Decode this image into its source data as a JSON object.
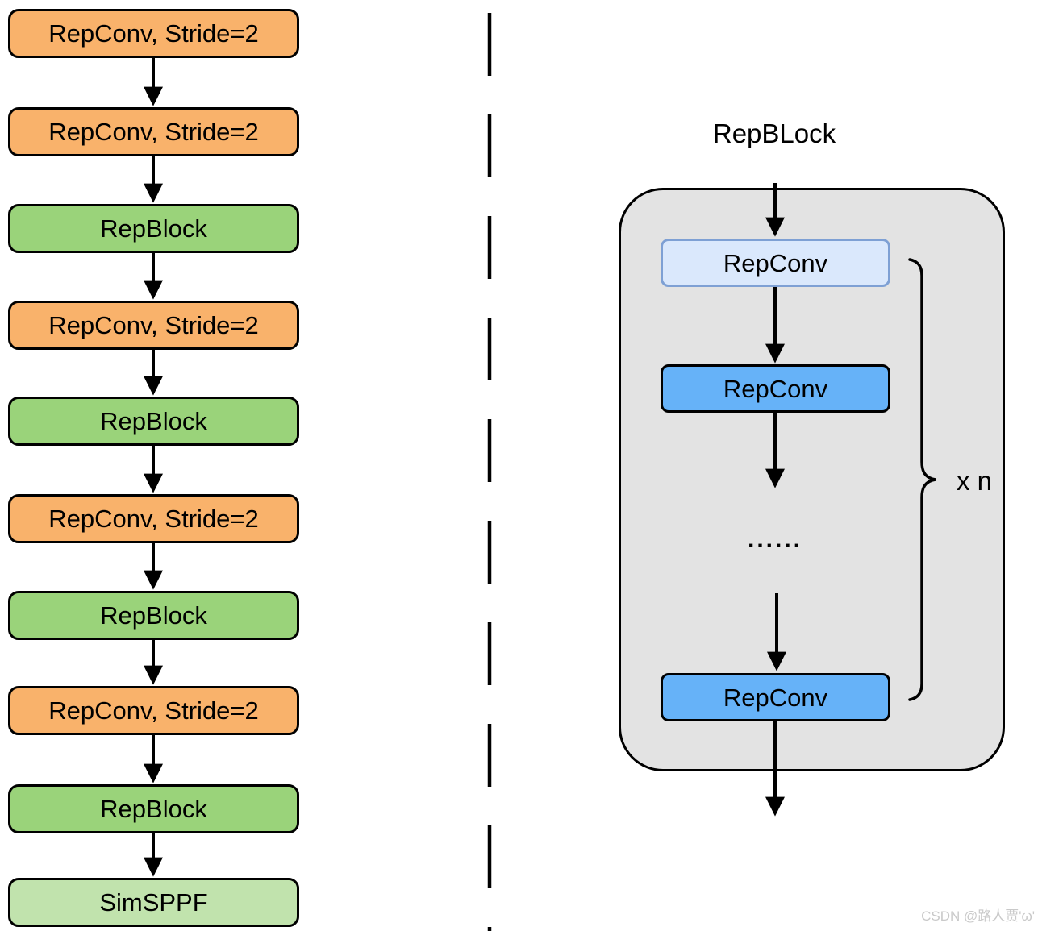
{
  "left_column": {
    "nodes": [
      {
        "label": "RepConv, Stride=2",
        "type": "orange"
      },
      {
        "label": "RepConv, Stride=2",
        "type": "orange"
      },
      {
        "label": "RepBlock",
        "type": "green"
      },
      {
        "label": "RepConv, Stride=2",
        "type": "orange"
      },
      {
        "label": "RepBlock",
        "type": "green"
      },
      {
        "label": "RepConv, Stride=2",
        "type": "orange"
      },
      {
        "label": "RepBlock",
        "type": "green"
      },
      {
        "label": "RepConv, Stride=2",
        "type": "orange"
      },
      {
        "label": "RepBlock",
        "type": "green"
      },
      {
        "label": "SimSPPF",
        "type": "light-green"
      }
    ]
  },
  "rep_block_detail": {
    "title": "RepBLock",
    "nodes": [
      {
        "label": "RepConv",
        "type": "light-blue"
      },
      {
        "label": "RepConv",
        "type": "blue"
      },
      {
        "label": "RepConv",
        "type": "blue"
      }
    ],
    "ellipsis": "......",
    "repeat_label": "x n"
  },
  "colors": {
    "orange_fill": "#F9B26B",
    "green_fill": "#9AD37A",
    "light_green_fill": "#C1E3AD",
    "light_blue_fill": "#DAE8FC",
    "light_blue_border": "#7EA0D4",
    "blue_fill": "#66B2F8",
    "container_fill": "#E3E3E3",
    "stroke": "#000000"
  },
  "watermark": "CSDN @路人贾'ω'"
}
